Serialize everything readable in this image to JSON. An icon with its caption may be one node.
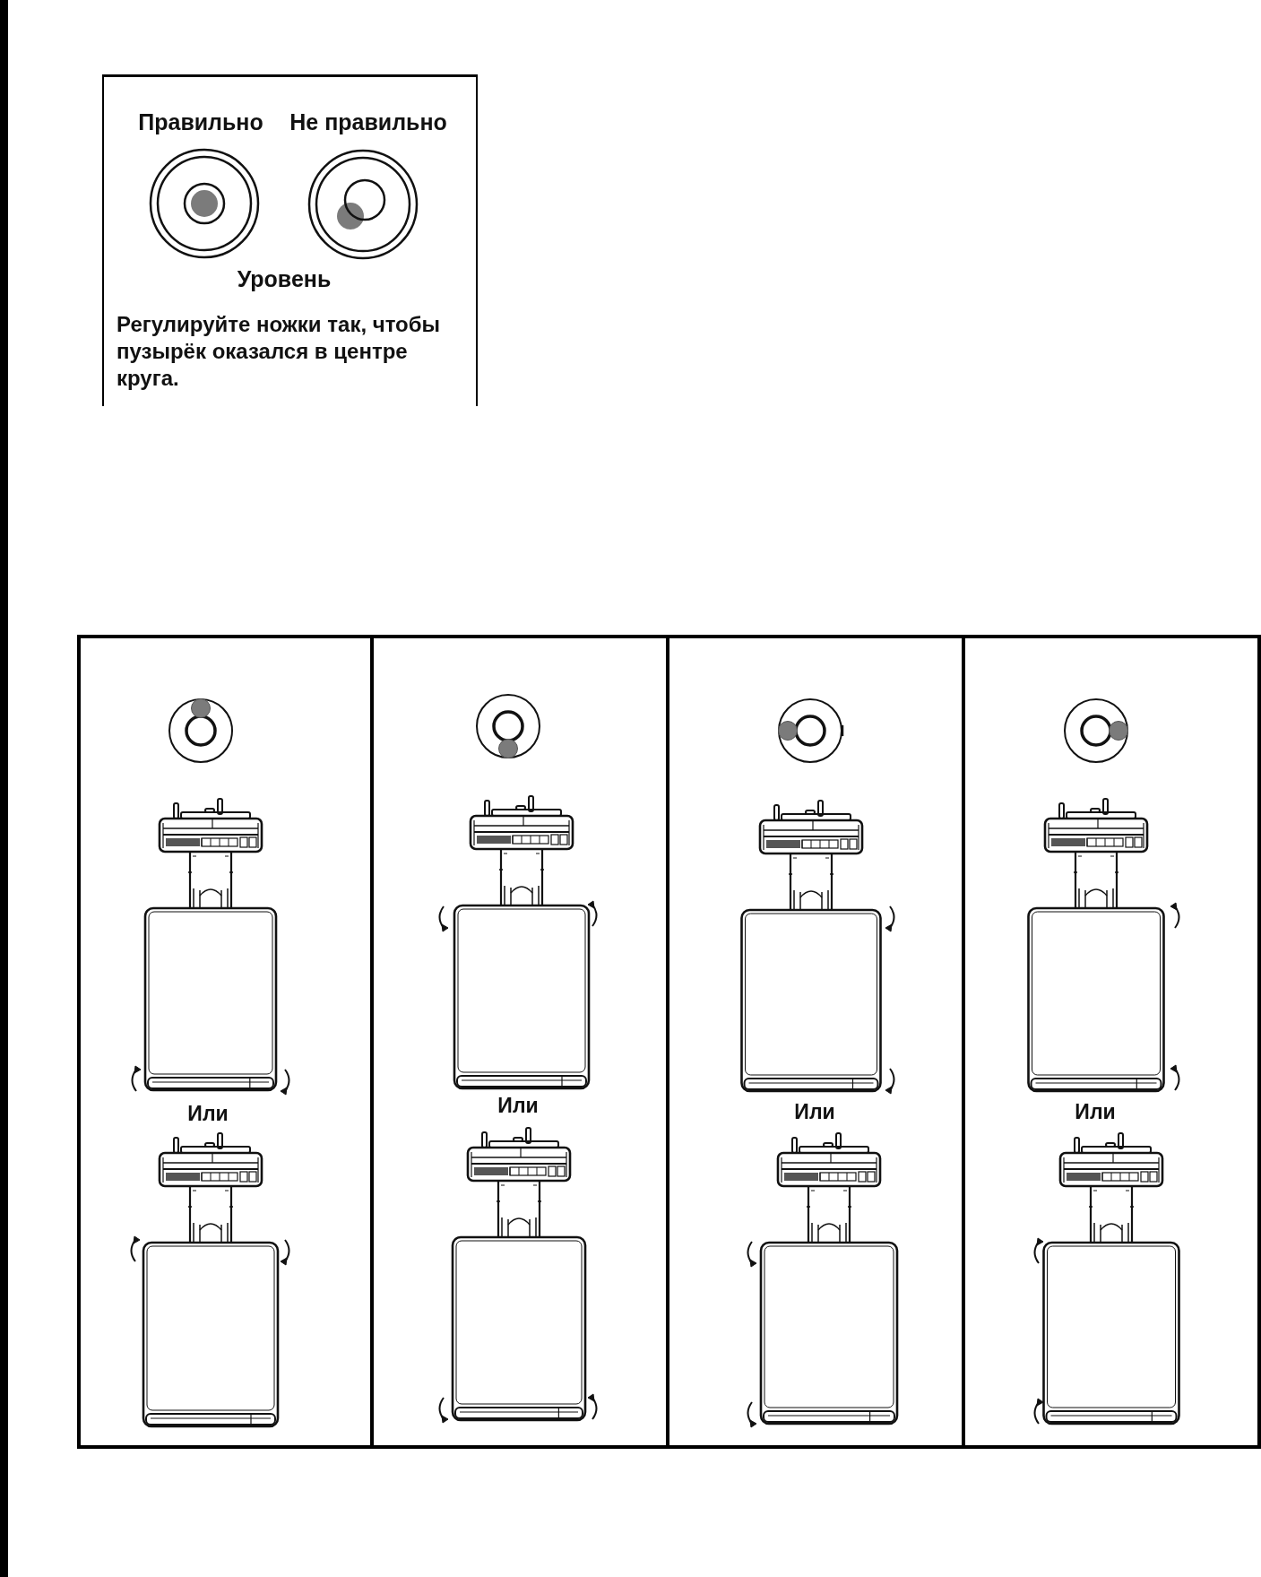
{
  "diagram": {
    "nodes": [
      {
        "text": [
          "Правильно",
          "Не правильно",
          "Уровень",
          "Регулируйте ножки так, чтобы пузырёк оказался в центре круга."
        ]
      },
      {
        "text": [
          "Или"
        ]
      },
      {
        "text": [
          "Или"
        ]
      },
      {
        "text": [
          "Или"
        ]
      },
      {
        "text": [
          "Или"
        ]
      }
    ]
  }
}
